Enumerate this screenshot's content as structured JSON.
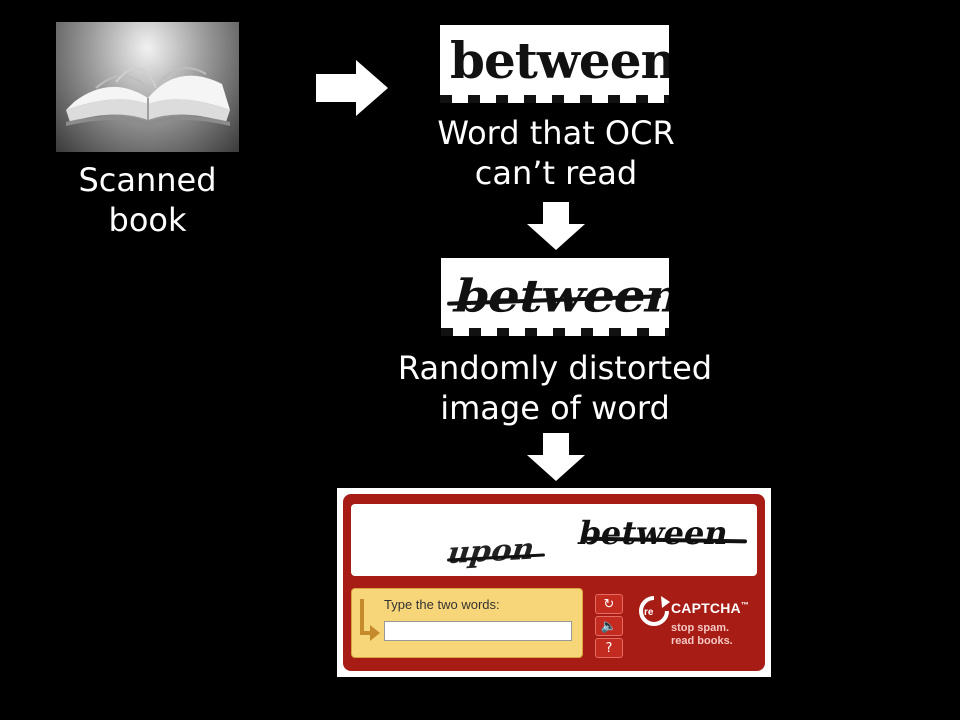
{
  "steps": {
    "scanned_book": {
      "caption_line1": "Scanned",
      "caption_line2": "book"
    },
    "ocr_word": {
      "caption_line1": "Word that OCR",
      "caption_line2": "can’t read",
      "word": "between"
    },
    "distorted_word": {
      "caption_line1": "Randomly distorted",
      "caption_line2": "image of word",
      "word": "between"
    }
  },
  "recaptcha": {
    "word_known": "upon",
    "word_unknown": "between",
    "prompt": "Type the two words:",
    "input_value": "",
    "brand_prefix": "re",
    "brand_name": "CAPTCHA",
    "trademark": "™",
    "tagline_line1": "stop spam.",
    "tagline_line2": "read books.",
    "button_icons": [
      "refresh-icon",
      "audio-icon",
      "help-icon"
    ]
  },
  "colors": {
    "background": "#000000",
    "arrow": "#ffffff",
    "recaptcha_red": "#a81c16",
    "recaptcha_yellow": "#f7d679"
  }
}
